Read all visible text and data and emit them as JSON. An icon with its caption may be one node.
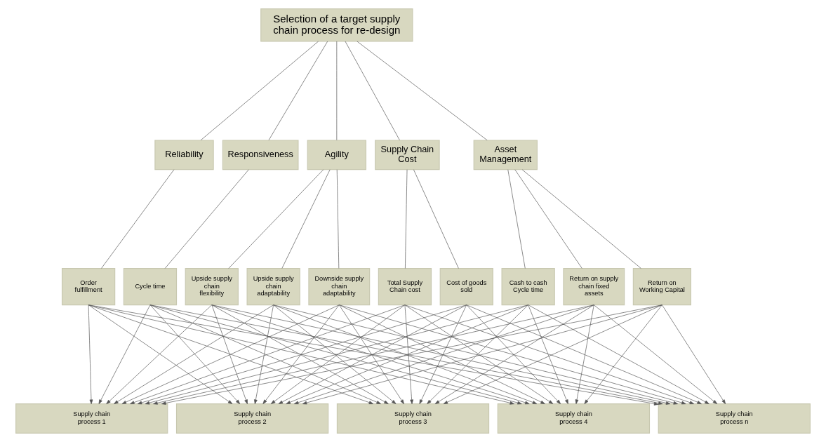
{
  "diagram": {
    "nodes": [
      {
        "text": [
          "Selection of a target supply chain process for re-design"
        ]
      },
      {
        "text": [
          "Reliability"
        ]
      },
      {
        "text": [
          "Responsiveness"
        ]
      },
      {
        "text": [
          "Agility"
        ]
      },
      {
        "text": [
          "Supply Chain Cost"
        ]
      },
      {
        "text": [
          "Asset Management"
        ]
      },
      {
        "text": [
          "Order fulfillment"
        ]
      },
      {
        "text": [
          "Cycle time"
        ]
      },
      {
        "text": [
          "Upside supply chain flexibility"
        ]
      },
      {
        "text": [
          "Upside supply chain adaptability"
        ]
      },
      {
        "text": [
          "Downside supply chain adaptability"
        ]
      },
      {
        "text": [
          "Total Supply Chain cost"
        ]
      },
      {
        "text": [
          "Cost of goods sold"
        ]
      },
      {
        "text": [
          "Cash to cash Cycle time"
        ]
      },
      {
        "text": [
          "Return on supply chain fixed assets"
        ]
      },
      {
        "text": [
          "Return on Working Capital"
        ]
      },
      {
        "text": [
          "Supply chain process 1"
        ]
      },
      {
        "text": [
          "Supply chain process 2"
        ]
      },
      {
        "text": [
          "Supply chain process 3"
        ]
      },
      {
        "text": [
          "Supply chain process 4"
        ]
      },
      {
        "text": [
          "Supply chain process n"
        ]
      }
    ],
    "edges": [
      {
        "from": 0,
        "to": 1,
        "arrow": "none"
      },
      {
        "from": 0,
        "to": 2,
        "arrow": "none"
      },
      {
        "from": 0,
        "to": 3,
        "arrow": "none"
      },
      {
        "from": 0,
        "to": 4,
        "arrow": "none"
      },
      {
        "from": 0,
        "to": 5,
        "arrow": "none"
      },
      {
        "from": 1,
        "to": 6,
        "arrow": "none"
      },
      {
        "from": 2,
        "to": 7,
        "arrow": "none"
      },
      {
        "from": 3,
        "to": 8,
        "arrow": "none"
      },
      {
        "from": 3,
        "to": 9,
        "arrow": "none"
      },
      {
        "from": 3,
        "to": 10,
        "arrow": "none"
      },
      {
        "from": 4,
        "to": 11,
        "arrow": "none"
      },
      {
        "from": 4,
        "to": 12,
        "arrow": "none"
      },
      {
        "from": 5,
        "to": 13,
        "arrow": "none"
      },
      {
        "from": 5,
        "to": 14,
        "arrow": "none"
      },
      {
        "from": 5,
        "to": 15,
        "arrow": "none"
      },
      {
        "from": 6,
        "to": 16,
        "arrow": "to"
      },
      {
        "from": 6,
        "to": 17,
        "arrow": "to"
      },
      {
        "from": 6,
        "to": 18,
        "arrow": "to"
      },
      {
        "from": 6,
        "to": 19,
        "arrow": "to"
      },
      {
        "from": 6,
        "to": 20,
        "arrow": "to"
      },
      {
        "from": 7,
        "to": 16,
        "arrow": "to"
      },
      {
        "from": 7,
        "to": 17,
        "arrow": "to"
      },
      {
        "from": 7,
        "to": 18,
        "arrow": "to"
      },
      {
        "from": 7,
        "to": 19,
        "arrow": "to"
      },
      {
        "from": 7,
        "to": 20,
        "arrow": "to"
      },
      {
        "from": 8,
        "to": 16,
        "arrow": "to"
      },
      {
        "from": 8,
        "to": 17,
        "arrow": "to"
      },
      {
        "from": 8,
        "to": 18,
        "arrow": "to"
      },
      {
        "from": 8,
        "to": 19,
        "arrow": "to"
      },
      {
        "from": 8,
        "to": 20,
        "arrow": "to"
      },
      {
        "from": 9,
        "to": 16,
        "arrow": "to"
      },
      {
        "from": 9,
        "to": 17,
        "arrow": "to"
      },
      {
        "from": 9,
        "to": 18,
        "arrow": "to"
      },
      {
        "from": 9,
        "to": 19,
        "arrow": "to"
      },
      {
        "from": 9,
        "to": 20,
        "arrow": "to"
      },
      {
        "from": 10,
        "to": 16,
        "arrow": "to"
      },
      {
        "from": 10,
        "to": 17,
        "arrow": "to"
      },
      {
        "from": 10,
        "to": 18,
        "arrow": "to"
      },
      {
        "from": 10,
        "to": 19,
        "arrow": "to"
      },
      {
        "from": 10,
        "to": 20,
        "arrow": "to"
      },
      {
        "from": 11,
        "to": 16,
        "arrow": "to"
      },
      {
        "from": 11,
        "to": 17,
        "arrow": "to"
      },
      {
        "from": 11,
        "to": 18,
        "arrow": "to"
      },
      {
        "from": 11,
        "to": 19,
        "arrow": "to"
      },
      {
        "from": 11,
        "to": 20,
        "arrow": "to"
      },
      {
        "from": 12,
        "to": 16,
        "arrow": "to"
      },
      {
        "from": 12,
        "to": 17,
        "arrow": "to"
      },
      {
        "from": 12,
        "to": 18,
        "arrow": "to"
      },
      {
        "from": 12,
        "to": 19,
        "arrow": "to"
      },
      {
        "from": 12,
        "to": 20,
        "arrow": "to"
      },
      {
        "from": 13,
        "to": 16,
        "arrow": "to"
      },
      {
        "from": 13,
        "to": 17,
        "arrow": "to"
      },
      {
        "from": 13,
        "to": 18,
        "arrow": "to"
      },
      {
        "from": 13,
        "to": 19,
        "arrow": "to"
      },
      {
        "from": 13,
        "to": 20,
        "arrow": "to"
      },
      {
        "from": 14,
        "to": 16,
        "arrow": "to"
      },
      {
        "from": 14,
        "to": 17,
        "arrow": "to"
      },
      {
        "from": 14,
        "to": 18,
        "arrow": "to"
      },
      {
        "from": 14,
        "to": 19,
        "arrow": "to"
      },
      {
        "from": 14,
        "to": 20,
        "arrow": "to"
      },
      {
        "from": 15,
        "to": 16,
        "arrow": "to"
      },
      {
        "from": 15,
        "to": 17,
        "arrow": "to"
      },
      {
        "from": 15,
        "to": 18,
        "arrow": "to"
      },
      {
        "from": 15,
        "to": 19,
        "arrow": "to"
      },
      {
        "from": 15,
        "to": 20,
        "arrow": "to"
      }
    ]
  }
}
